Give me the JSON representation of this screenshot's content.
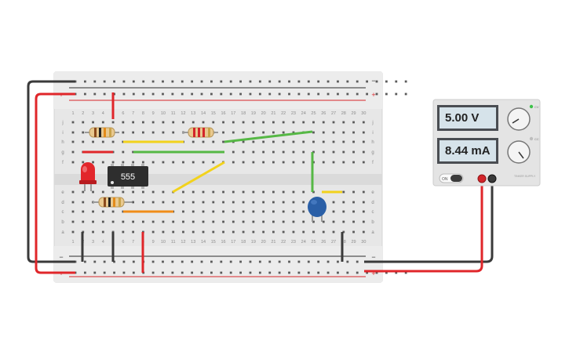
{
  "breadboard": {
    "column_numbers": [
      "1",
      "2",
      "3",
      "4",
      "5",
      "6",
      "7",
      "8",
      "9",
      "10",
      "11",
      "12",
      "13",
      "14",
      "15",
      "16",
      "17",
      "18",
      "19",
      "20",
      "21",
      "22",
      "23",
      "24",
      "25",
      "26",
      "27",
      "28",
      "29",
      "30"
    ],
    "row_letters_top": [
      "j",
      "i",
      "h",
      "g",
      "f"
    ],
    "row_letters_bottom": [
      "e",
      "d",
      "c",
      "b",
      "a"
    ],
    "rail_minus": "−",
    "rail_plus": "+"
  },
  "components": {
    "timer_ic_label": "555"
  },
  "power_supply": {
    "voltage_display": "5.00 V",
    "current_display": "8.44 mA",
    "power_switch_label": "ON",
    "cv_label": "CV",
    "cc_label": "CC",
    "brand_label": "TINKER SUPPLY"
  },
  "colors": {
    "wire_red": "#e0262a",
    "wire_black": "#3a3a3a",
    "wire_yellow": "#f2d21c",
    "wire_green": "#56b845",
    "wire_orange": "#f08c18",
    "led_red": "#e2262b",
    "capacitor_blue": "#2a5fa7",
    "breadboard": "#e9e9e9"
  }
}
